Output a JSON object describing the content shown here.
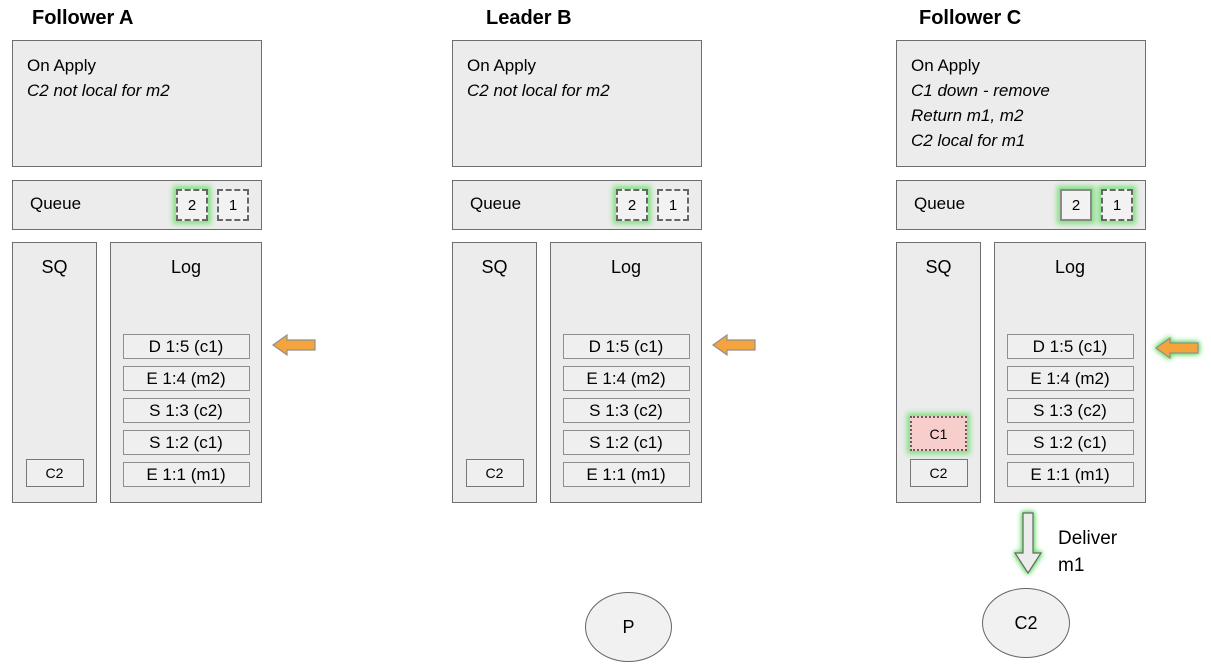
{
  "colors": {
    "panel_fill": "#ececec",
    "panel_border": "#6e6e6e",
    "entry_border": "#8f8f8f",
    "glow_green": "#6fdf6f",
    "arrow_orange": "#f5a43b",
    "down_pink": "#f8cecc",
    "text": "#000000"
  },
  "columns": [
    {
      "title": "Follower A",
      "on_apply": {
        "heading": "On Apply",
        "notes": [
          "C2 not local for m2"
        ]
      },
      "queue": {
        "label": "Queue",
        "items": [
          {
            "value": "2",
            "border": "dashed",
            "glow": true
          },
          {
            "value": "1",
            "border": "dashed",
            "glow": false
          }
        ]
      },
      "sq": {
        "label": "SQ",
        "items": [
          {
            "value": "C2",
            "state": "normal",
            "glow": false
          }
        ]
      },
      "log": {
        "label": "Log",
        "entries": [
          "D 1:5 (c1)",
          "E 1:4 (m2)",
          "S 1:3 (c2)",
          "S 1:2 (c1)",
          "E 1:1 (m1)"
        ],
        "arrow": {
          "direction": "left",
          "glow": false
        }
      }
    },
    {
      "title": "Leader B",
      "on_apply": {
        "heading": "On Apply",
        "notes": [
          "C2 not local for m2"
        ]
      },
      "queue": {
        "label": "Queue",
        "items": [
          {
            "value": "2",
            "border": "dashed",
            "glow": true
          },
          {
            "value": "1",
            "border": "dashed",
            "glow": false
          }
        ]
      },
      "sq": {
        "label": "SQ",
        "items": [
          {
            "value": "C2",
            "state": "normal",
            "glow": false
          }
        ]
      },
      "log": {
        "label": "Log",
        "entries": [
          "D 1:5 (c1)",
          "E 1:4 (m2)",
          "S 1:3 (c2)",
          "S 1:2 (c1)",
          "E 1:1 (m1)"
        ],
        "arrow": {
          "direction": "left",
          "glow": false
        }
      },
      "process": {
        "label": "P"
      }
    },
    {
      "title": "Follower C",
      "on_apply": {
        "heading": "On Apply",
        "notes": [
          "C1 down - remove",
          "Return m1, m2",
          "C2 local for m1"
        ]
      },
      "queue": {
        "label": "Queue",
        "items": [
          {
            "value": "2",
            "border": "solid",
            "glow": true
          },
          {
            "value": "1",
            "border": "dashed",
            "glow": true
          }
        ]
      },
      "sq": {
        "label": "SQ",
        "items": [
          {
            "value": "C1",
            "state": "down",
            "glow": true
          },
          {
            "value": "C2",
            "state": "normal",
            "glow": false
          }
        ]
      },
      "log": {
        "label": "Log",
        "entries": [
          "D 1:5 (c1)",
          "E 1:4 (m2)",
          "S 1:3 (c2)",
          "S 1:2 (c1)",
          "E 1:1 (m1)"
        ],
        "arrow": {
          "direction": "left",
          "glow": true
        }
      },
      "deliver": {
        "lines": [
          "Deliver",
          "m1"
        ]
      },
      "consumer": {
        "label": "C2"
      }
    }
  ]
}
